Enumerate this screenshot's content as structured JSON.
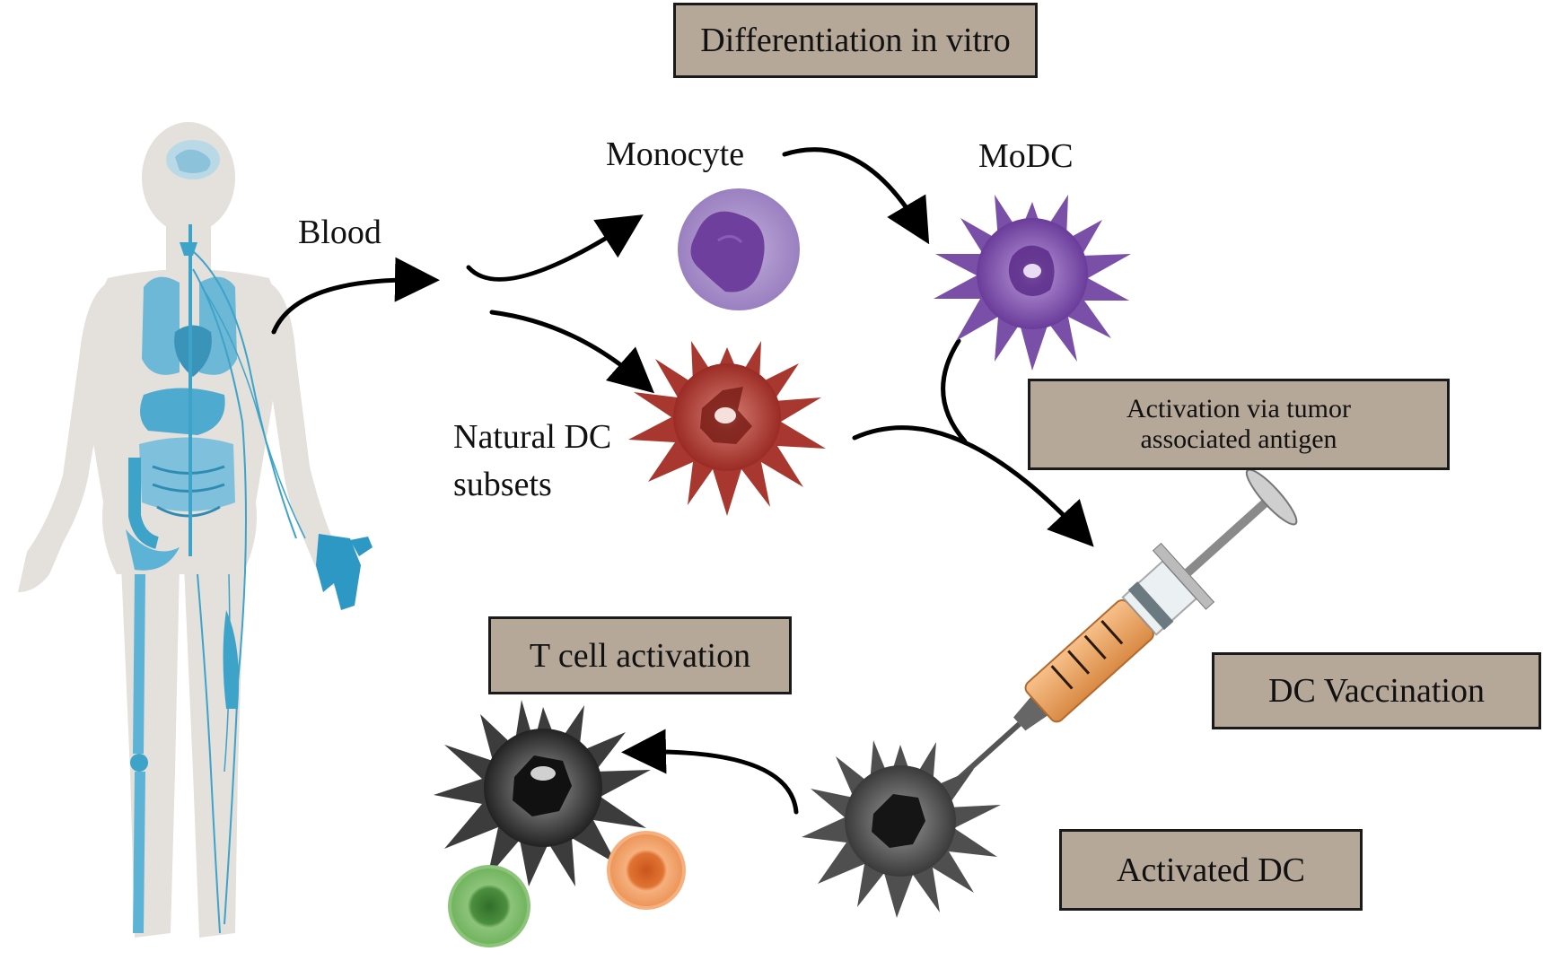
{
  "boxes": {
    "differentiation": "Differentiation in vitro",
    "activation_line1": "Activation via tumor",
    "activation_line2": "associated antigen",
    "t_cell": "T cell activation",
    "vaccination": "DC Vaccination",
    "activated": "Activated DC"
  },
  "labels": {
    "blood": "Blood",
    "monocyte": "Monocyte",
    "modc": "MoDC",
    "natural_line1": "Natural DC",
    "natural_line2": "subsets"
  },
  "colors": {
    "box_fill": "#b5a898",
    "body": "#e4e0db",
    "organs": "#3ea3c8",
    "monocyte": "#a48cc6",
    "monocyte_nucleus": "#6e3f9c",
    "modc": "#7a4fa8",
    "natural_dc": "#a8382f",
    "activated_dc": "#4a4a4a",
    "t_cell_green": "#5ca84a",
    "t_cell_orange": "#e8873e",
    "syringe_fluid": "#e8a060"
  },
  "icons": [
    "human-body-anatomy-icon",
    "monocyte-cell-icon",
    "modc-cell-icon",
    "natural-dc-cell-icon",
    "syringe-icon",
    "activated-dc-cell-icon",
    "t-cell-green-icon",
    "t-cell-orange-icon"
  ]
}
